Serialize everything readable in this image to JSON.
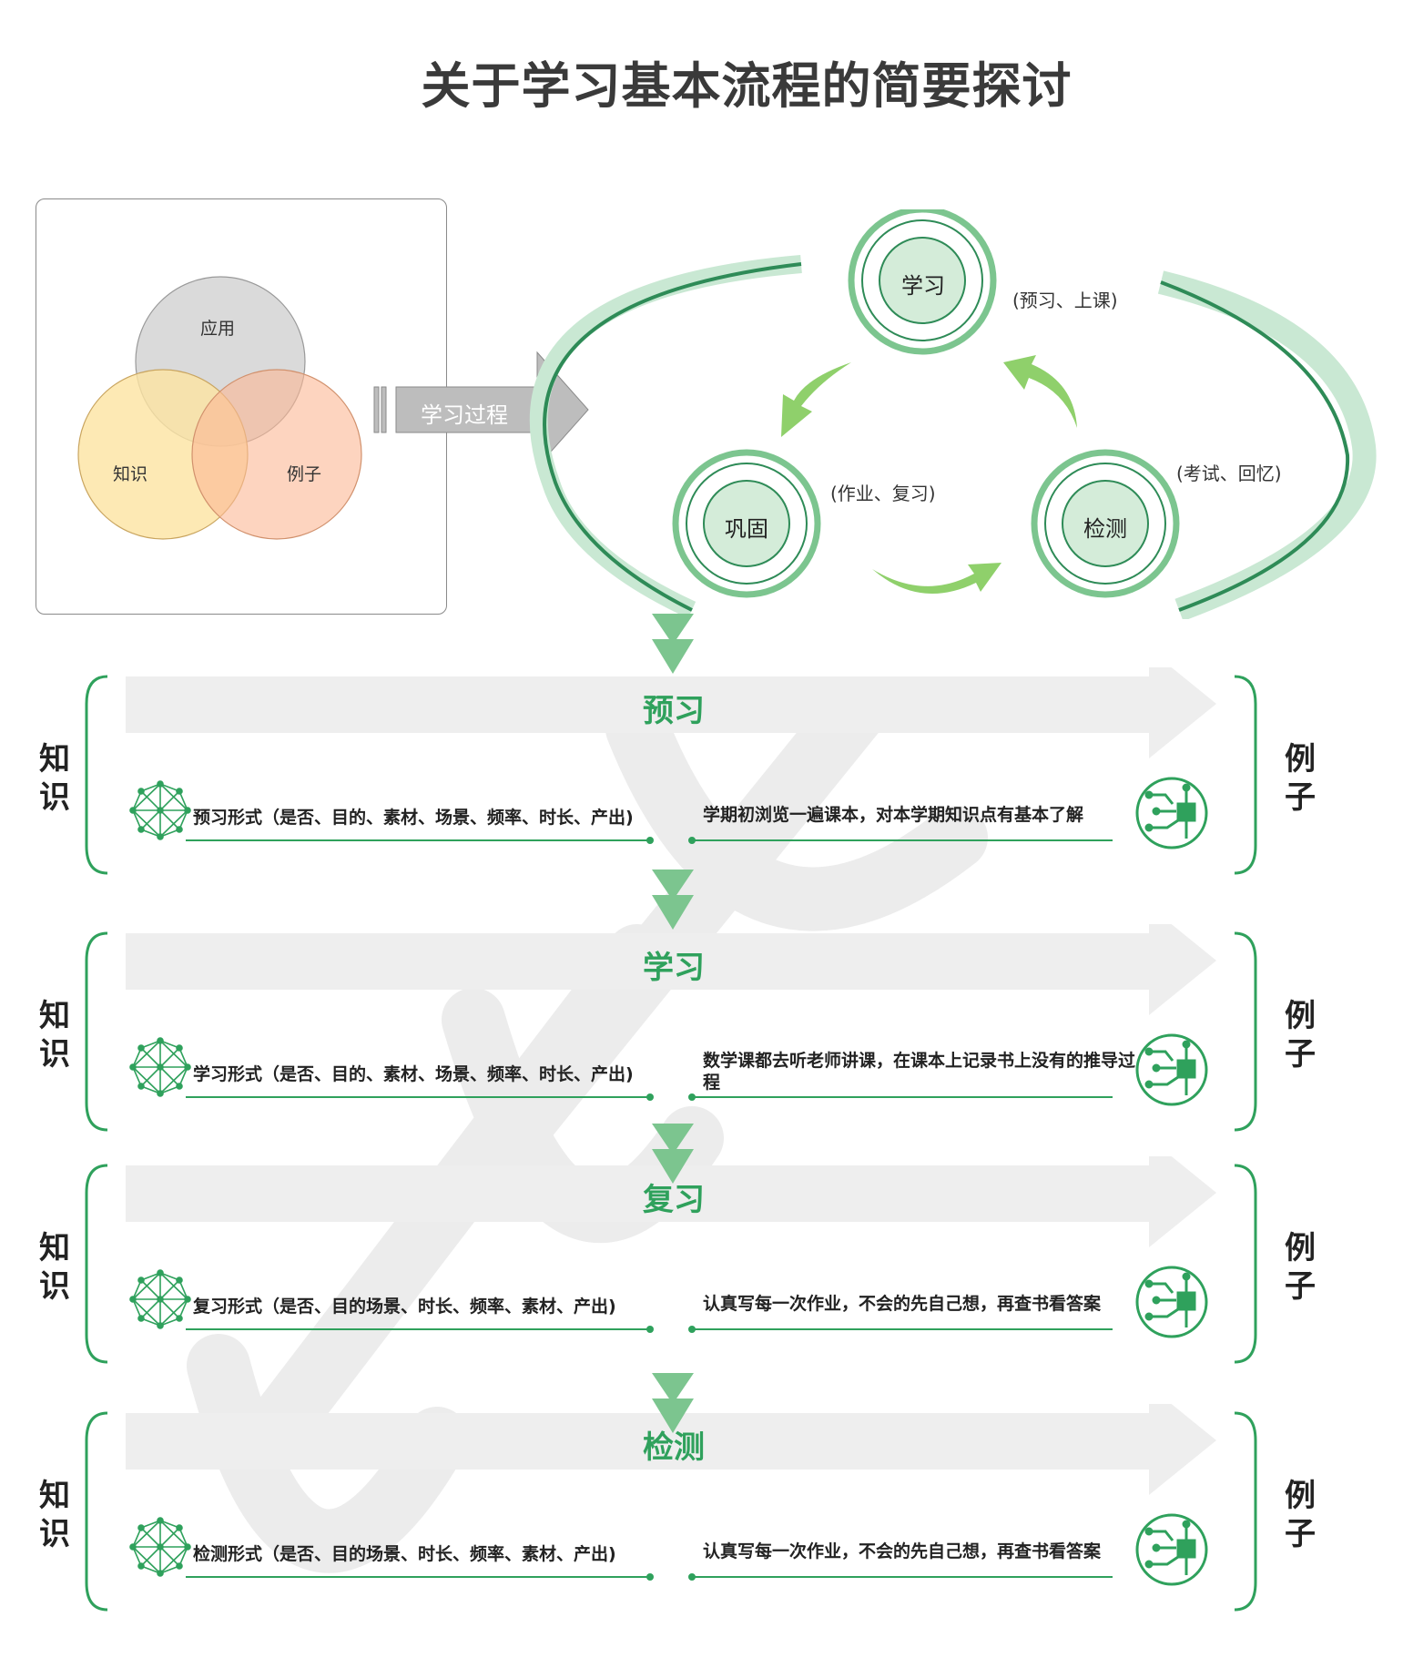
{
  "title": "关于学习基本流程的简要探讨",
  "venn": {
    "top": "应用",
    "left": "知识",
    "right": "例子"
  },
  "process_arrow": "学习过程",
  "cycle": {
    "learn": "学习",
    "learn_note": "(预习、上课)",
    "consolidate": "巩固",
    "consolidate_note": "(作业、复习)",
    "test": "检测",
    "test_note": "(考试、回忆)"
  },
  "side_left": "知识",
  "side_right": "例子",
  "sections": [
    {
      "title": "预习",
      "left": "预习形式（是否、目的、素材、场景、频率、时长、产出)",
      "right": "学期初浏览一遍课本，对本学期知识点有基本了解"
    },
    {
      "title": "学习",
      "left": "学习形式（是否、目的、素材、场景、频率、时长、产出)",
      "right": "数学课都去听老师讲课，在课本上记录书上没有的推导过程"
    },
    {
      "title": "复习",
      "left": "复习形式（是否、目的场景、时长、频率、素材、产出)",
      "right": "认真写每一次作业，不会的先自己想，再查书看答案"
    },
    {
      "title": "检测",
      "left": "检测形式（是否、目的场景、时长、频率、素材、产出)",
      "right": "认真写每一次作业，不会的先自己想，再查书看答案"
    }
  ],
  "colors": {
    "green": "#2fa15c",
    "light_green": "#c9e8d3",
    "arrow_green": "#7cc58f",
    "gray_arrow": "#bdbdbd"
  }
}
